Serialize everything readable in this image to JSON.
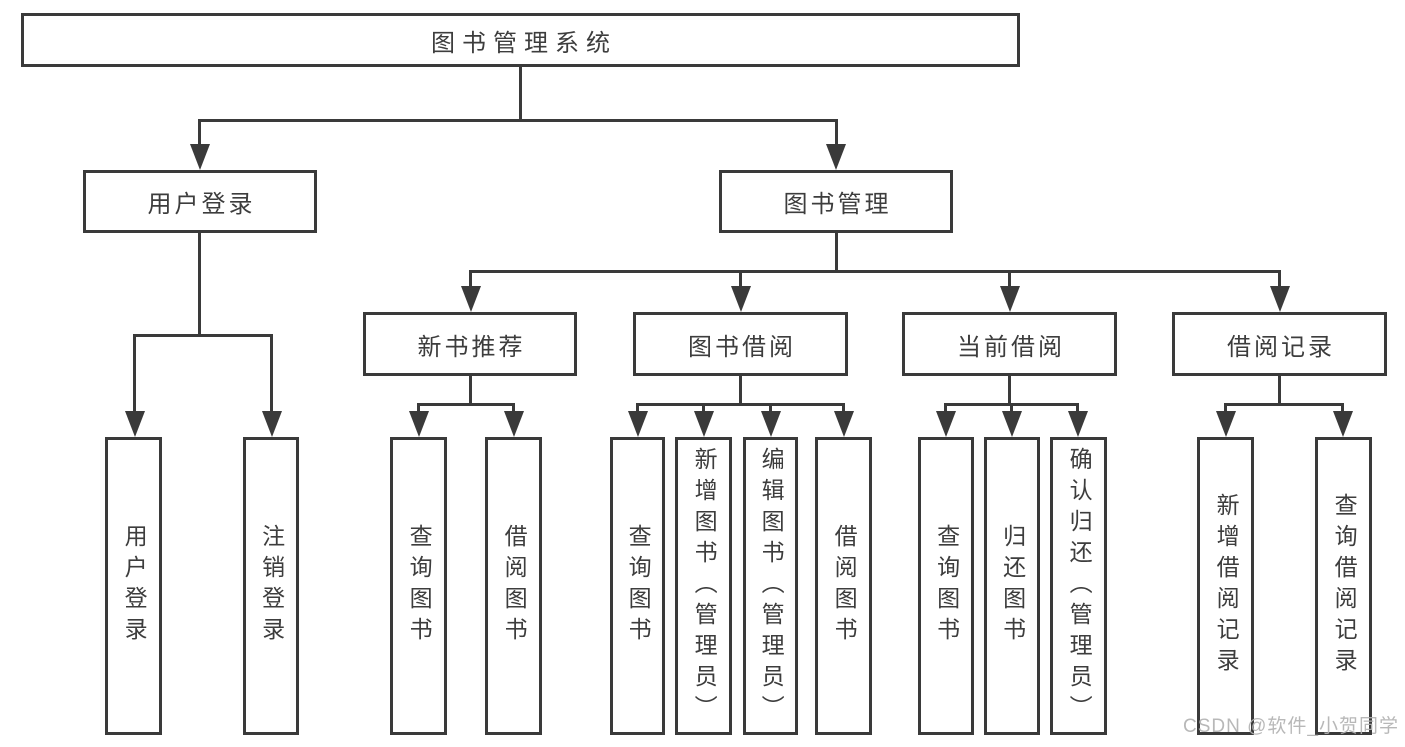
{
  "diagram_title": "图书管理系统",
  "watermark": "CSDN @软件_小贺同学",
  "colors": {
    "line": "#3a3a3a",
    "text": "#3d3d3d",
    "watermark": "#b2b2b2",
    "background": "#ffffff"
  },
  "tree": {
    "label": "图书管理系统",
    "children": [
      {
        "label": "用户登录",
        "children": [
          {
            "label": "用户登录"
          },
          {
            "label": "注销登录"
          }
        ]
      },
      {
        "label": "图书管理",
        "children": [
          {
            "label": "新书推荐",
            "children": [
              {
                "label": "查询图书"
              },
              {
                "label": "借阅图书"
              }
            ]
          },
          {
            "label": "图书借阅",
            "children": [
              {
                "label": "查询图书"
              },
              {
                "label": "新增图书（管理员）"
              },
              {
                "label": "编辑图书（管理员）"
              },
              {
                "label": "借阅图书"
              }
            ]
          },
          {
            "label": "当前借阅",
            "children": [
              {
                "label": "查询图书"
              },
              {
                "label": "归还图书"
              },
              {
                "label": "确认归还（管理员）"
              }
            ]
          },
          {
            "label": "借阅记录",
            "children": [
              {
                "label": "新增借阅记录"
              },
              {
                "label": "查询借阅记录"
              }
            ]
          }
        ]
      }
    ]
  }
}
